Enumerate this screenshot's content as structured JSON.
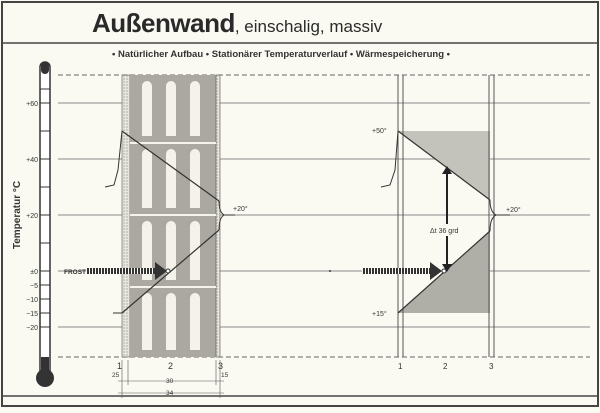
{
  "title": {
    "main": "Außenwand",
    "sub": ", einschalig, massiv"
  },
  "subtitle": "• Natürlicher Aufbau • Stationärer Temperaturverlauf • Wärmespeicherung •",
  "axis_label": "Temperatur °C",
  "ticks": [
    "+60",
    "+40",
    "+20",
    "±0",
    "−5",
    "−10",
    "−15",
    "−20"
  ],
  "frost_label": "FROST",
  "left": {
    "label_20": "+20°",
    "layers": [
      "1",
      "2",
      "3"
    ],
    "dims": [
      "25",
      "30",
      "15",
      "34"
    ]
  },
  "right": {
    "label_50": "+50°",
    "label_20": "+20°",
    "label_15": "+15°",
    "delta": "Δt 36 grd",
    "layers": [
      "1",
      "2",
      "3"
    ]
  },
  "colors": {
    "line": "#333333",
    "shade": "#b8b8b0",
    "paper": "#fbfaf2"
  }
}
